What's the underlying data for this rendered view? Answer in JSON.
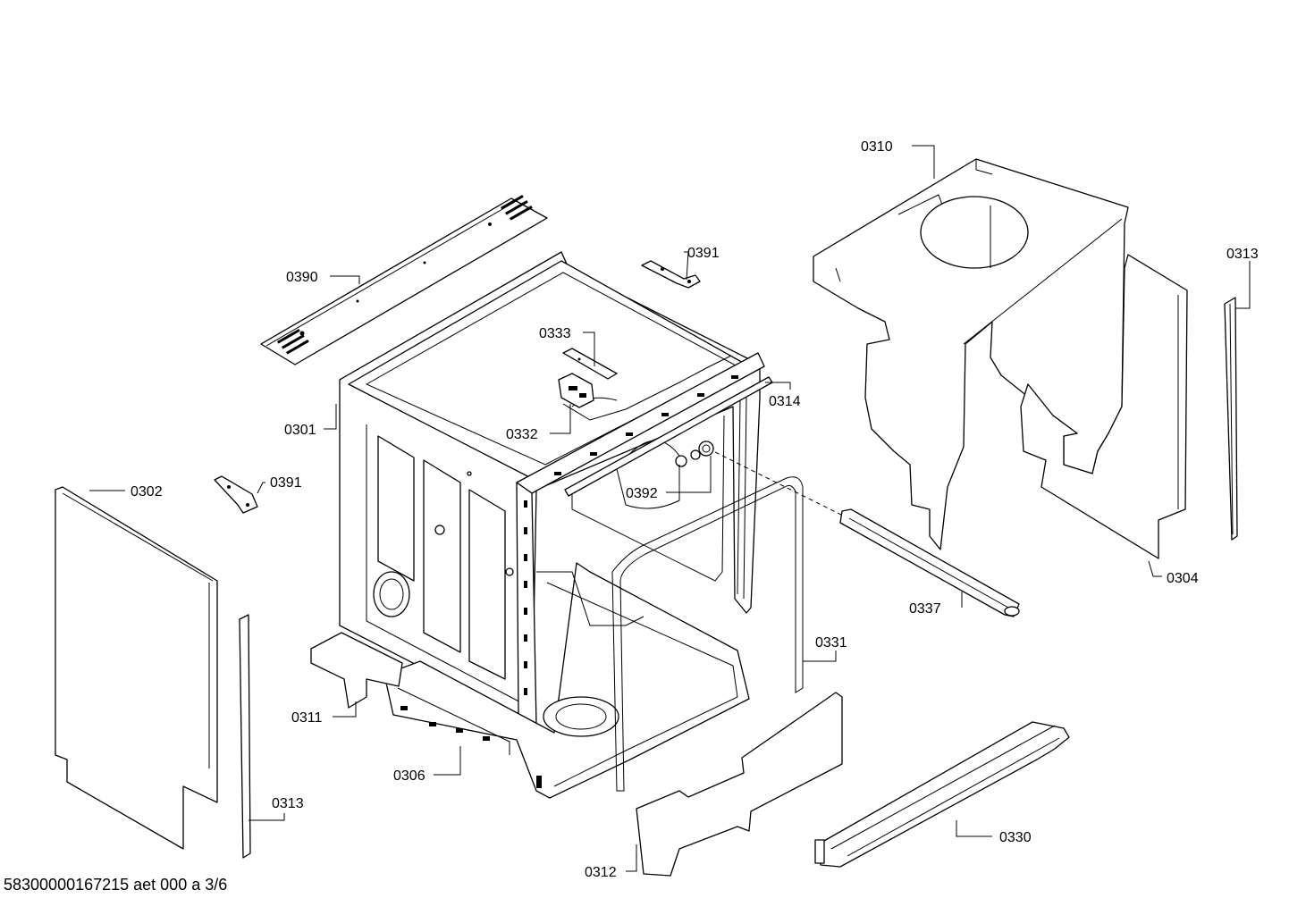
{
  "diagram": {
    "footer_code": "58300000167215 aet 000 a 3/6",
    "callouts": {
      "c0310": "0310",
      "c0313_right": "0313",
      "c0391_top": "0391",
      "c0390": "0390",
      "c0333": "0333",
      "c0332": "0332",
      "c0301": "0301",
      "c0314": "0314",
      "c0391_left": "0391",
      "c0302": "0302",
      "c0392": "0392",
      "c0304": "0304",
      "c0337": "0337",
      "c0331": "0331",
      "c0311": "0311",
      "c0306": "0306",
      "c0313_left": "0313",
      "c0330": "0330",
      "c0312": "0312"
    }
  }
}
